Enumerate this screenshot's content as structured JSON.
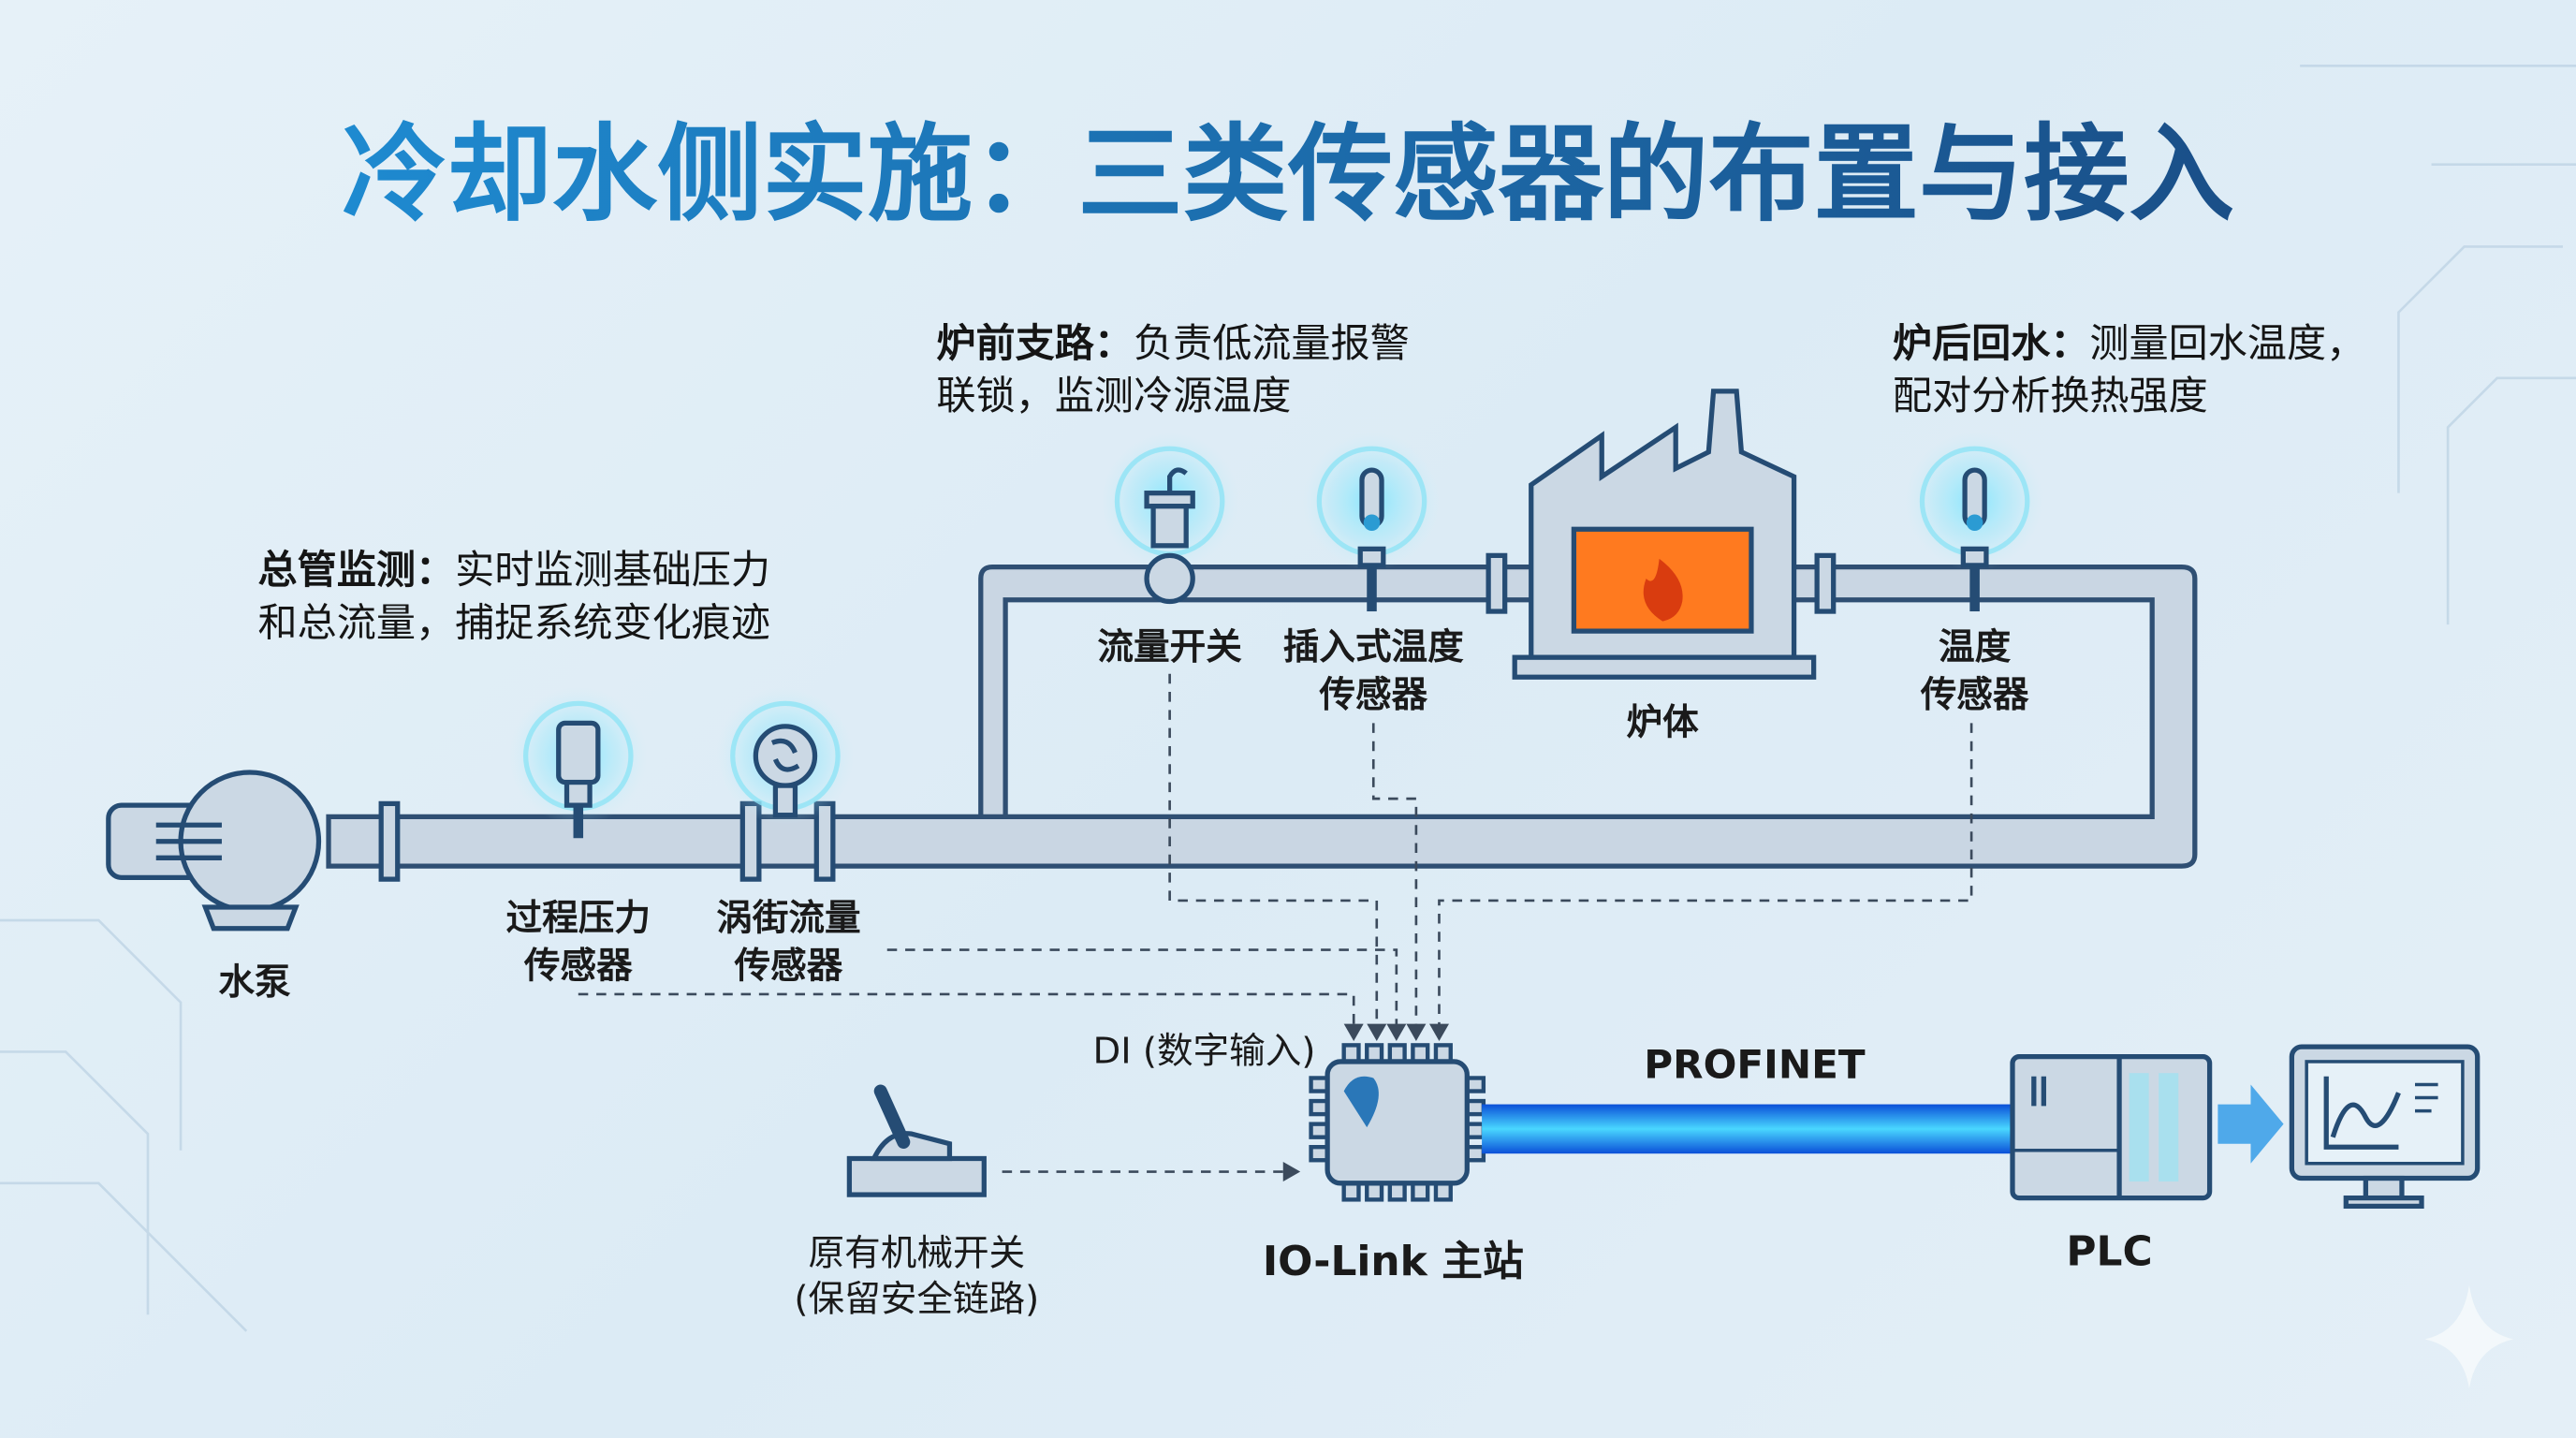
{
  "title": "冷却水侧实施：三类传感器的布置与接入",
  "annotations": {
    "main_line": {
      "head": "总管监测：",
      "line1_rest": "实时监测基础压力",
      "line2": "和总流量，捕捉系统变化痕迹"
    },
    "front_branch": {
      "head": "炉前支路：",
      "line1_rest": "负责低流量报警",
      "line2": "联锁，监测冷源温度"
    },
    "return_water": {
      "head": "炉后回水：",
      "line1_rest": "测量回水温度，",
      "line2": "配对分析换热强度"
    }
  },
  "components": {
    "pump": "水泵",
    "pressure_sensor": [
      "过程压力",
      "传感器"
    ],
    "vortex_flow_sensor": [
      "涡街流量",
      "传感器"
    ],
    "flow_switch": "流量开关",
    "insert_temp_sensor": [
      "插入式温度",
      "传感器"
    ],
    "furnace": "炉体",
    "temp_sensor": [
      "温度",
      "传感器"
    ],
    "mechanical_switch": [
      "原有机械开关",
      "(保留安全链路)"
    ],
    "di_label": "DI (数字输入)",
    "io_link_master": "IO-Link 主站",
    "profinet": "PROFINET",
    "plc": "PLC"
  },
  "colors": {
    "title": "#1b6aa8",
    "pipe_stroke": "#2f4f73",
    "beam": "#1f8fff",
    "flame": "#ff6a1a"
  }
}
